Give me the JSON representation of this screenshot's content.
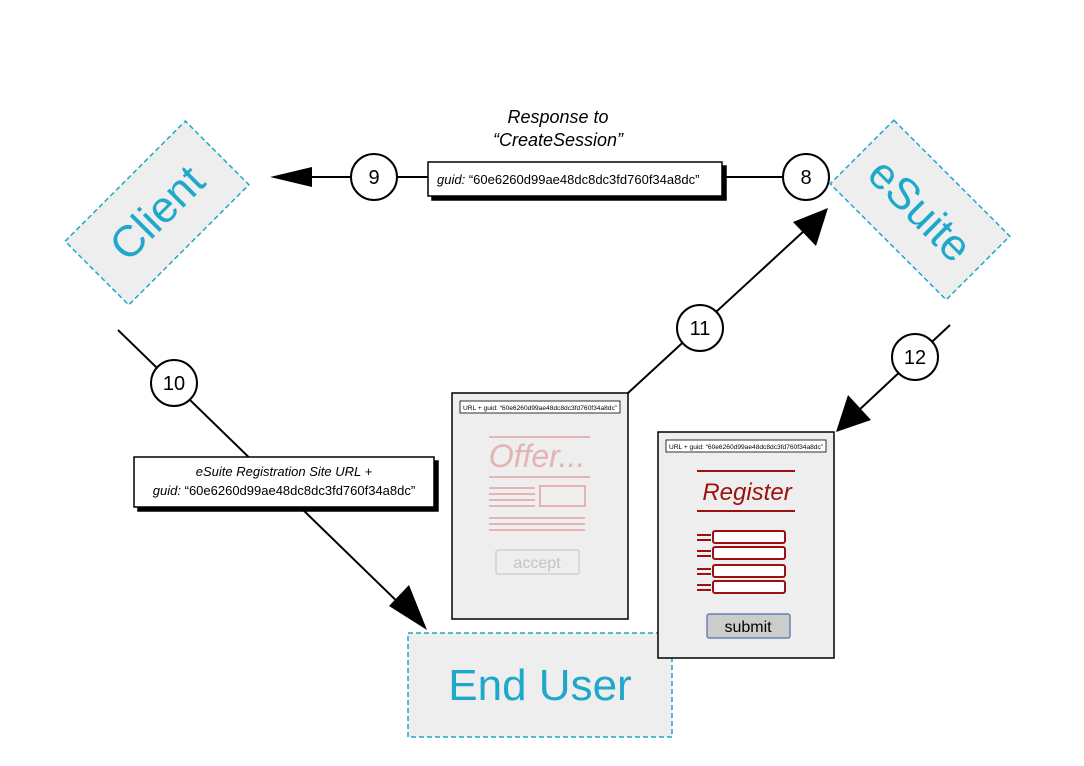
{
  "actors": {
    "client": "Client",
    "esuite": "eSuite",
    "end_user": "End User"
  },
  "response_label": {
    "line1": "Response to",
    "line2": "“CreateSession”"
  },
  "guid_box": {
    "prefix": "guid:",
    "value": " “60e6260d99ae48dc8dc3fd760f34a8dc”"
  },
  "registration_box": {
    "line1": "eSuite Registration Site URL +",
    "line2_prefix": "guid:",
    "line2_value": " “60e6260d99ae48dc8dc3fd760f34a8dc”"
  },
  "steps": {
    "s8": "8",
    "s9": "9",
    "s10": "10",
    "s11": "11",
    "s12": "12"
  },
  "offer_page": {
    "url_bar": "URL + guid: “60e6260d99ae48dc8dc3fd760f34a8dc”",
    "heading": "Offer...",
    "button": "accept"
  },
  "register_page": {
    "url_bar": "URL + guid: “60e6260d99ae48dc8dc3fd760f34a8dc”",
    "heading": "Register",
    "button": "submit"
  },
  "colors": {
    "actor_text": "#1fa8c9",
    "actor_border": "#1fa8c9",
    "actor_fill": "#eeeeee",
    "offer_faded": "#e4b4b4",
    "register_red": "#9b1010"
  }
}
